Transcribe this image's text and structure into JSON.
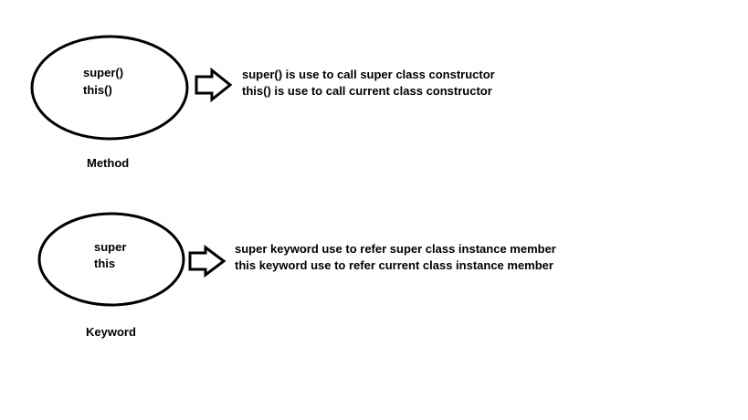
{
  "colors": {
    "background": "#ffffff",
    "stroke": "#000000",
    "text": "#000000"
  },
  "method_group": {
    "ellipse_lines": [
      "super()",
      "this()"
    ],
    "caption": "Method",
    "arrow_icon": "hollow-right-arrow-icon",
    "descriptions": [
      "super() is use to call super class constructor",
      "this() is use to call current class constructor"
    ]
  },
  "keyword_group": {
    "ellipse_lines": [
      "super",
      "this"
    ],
    "caption": "Keyword",
    "arrow_icon": "hollow-right-arrow-icon",
    "descriptions": [
      "super keyword use to refer super class instance member",
      "this keyword use to refer current class instance member"
    ]
  }
}
